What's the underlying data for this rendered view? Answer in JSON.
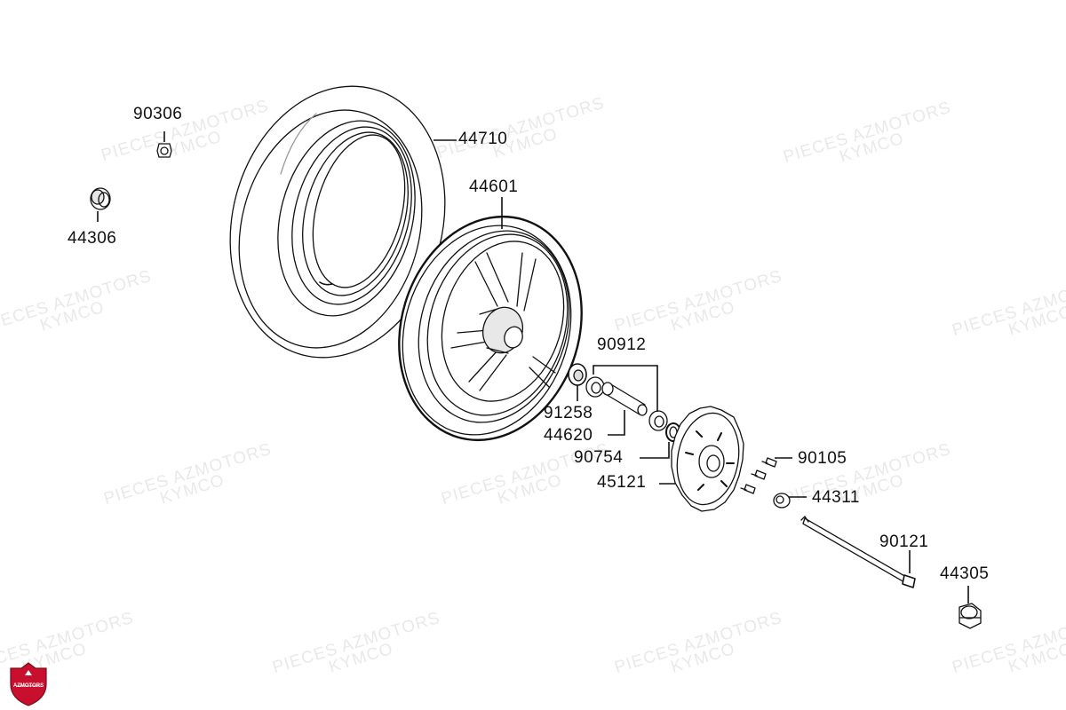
{
  "watermark": {
    "line1": "PIECES AZMOTORS",
    "line2": "KYMCO"
  },
  "logo": {
    "text": "AZMOTORS",
    "color": "#c8102e"
  },
  "parts": {
    "tire": "44710",
    "rim": "44601",
    "tire_valve_nut": "90306",
    "valve_collar": "44306",
    "bearing_set": "90912",
    "seal": "91258",
    "spacer": "44620",
    "washer": "90754",
    "brake_disc": "45121",
    "disc_bolts": "90105",
    "collar": "44311",
    "axle": "90121",
    "axle_nut": "44305"
  },
  "colors": {
    "line": "#111111",
    "watermark": "#e6e6e6",
    "part_fill": "#ffffff",
    "part_shade": "#dcdcdc"
  }
}
